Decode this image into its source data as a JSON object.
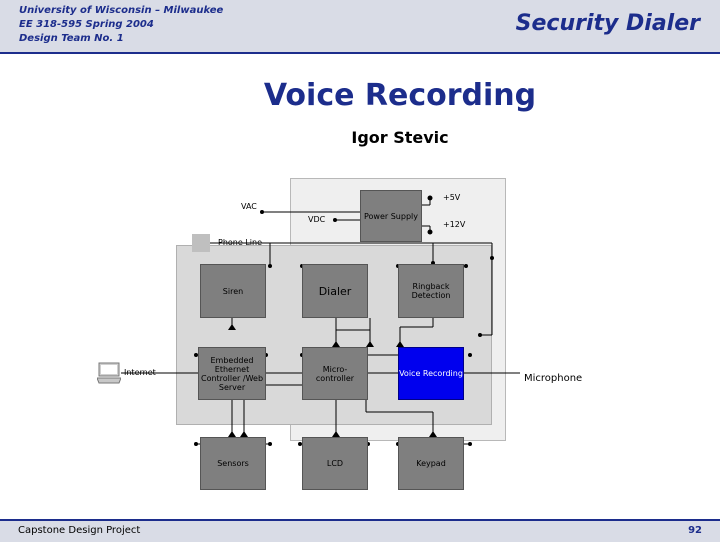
{
  "header": {
    "line1": "University of Wisconsin – Milwaukee",
    "line2": "EE 318-595 Spring 2004",
    "line3": "Design Team No. 1",
    "title": "Security Dialer"
  },
  "slide": {
    "title": "Voice Recording",
    "subtitle": "Igor Stevic"
  },
  "diagram": {
    "power_supply": "Power Supply",
    "vac": "VAC",
    "vdc": "VDC",
    "plus5v": "+5V",
    "plus12v": "+12V",
    "phone_line": "Phone Line",
    "siren": "Siren",
    "dialer": "Dialer",
    "ringback": "Ringback Detection",
    "ethernet": "Embedded Ethernet Controller /Web Server",
    "internet": "Internet",
    "microcontroller": "Micro- controller",
    "voice_recording": "Voice Recording",
    "microphone": "Microphone",
    "sensors": "Sensors",
    "lcd": "LCD",
    "keypad": "Keypad",
    "highlight_color": "#0000ee",
    "icons": [
      "computer-icon"
    ]
  },
  "footer": {
    "left": "Capstone Design Project",
    "page": "92"
  }
}
